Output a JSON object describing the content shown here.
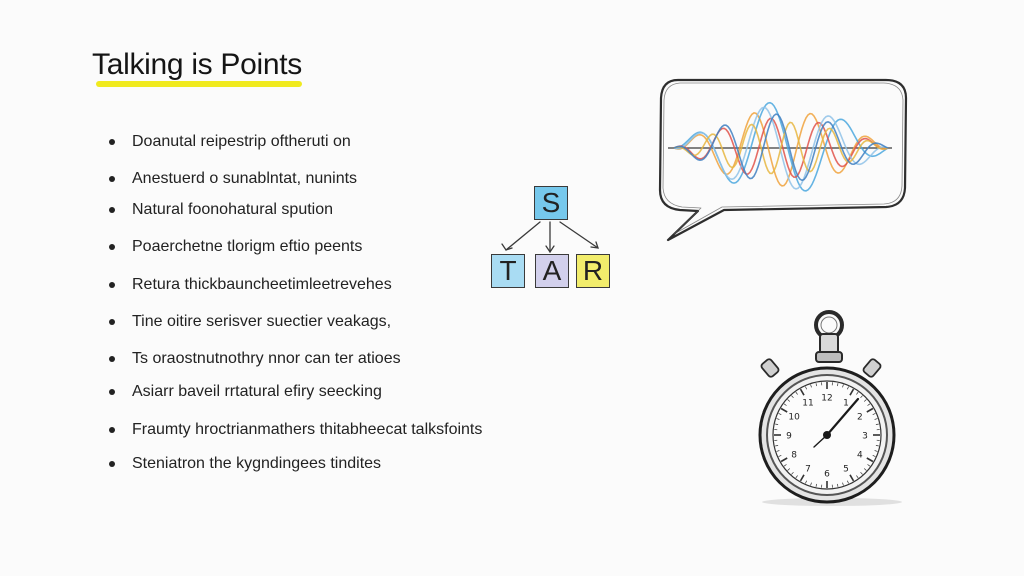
{
  "slide": {
    "title": "Talking is Points",
    "accent_color": "#f0ea1e",
    "bullets": [
      "Doanutal reipestrip oftheruti on",
      "Anestuerd o sunablntat, nunints",
      "Natural foonohatural spution",
      "Poaerchetne tlorigm eftio peents",
      "Retura thickbauncheetimleetrevehes",
      "Tine oitire serisver suectier veakags,",
      "Ts oraostnutnothry nnor can ter atioes",
      "Asiarr baveil rrtatural efiry seecking",
      "Fraumty hroctrianmathers thitabheecat talksfoints",
      "Steniatron the kygndingees tindites"
    ]
  },
  "diagram": {
    "top_letter": "S",
    "bottom_letters": [
      "T",
      "A",
      "R"
    ],
    "colors": {
      "s": "#76c8ec",
      "t": "#a9dcf3",
      "a": "#d2d0ec",
      "r": "#f2ed6c"
    }
  },
  "icons": {
    "speech_bubble": "speech-bubble-soundwave-icon",
    "stopwatch": "stopwatch-icon"
  },
  "stopwatch": {
    "dial_numbers": [
      "12",
      "1",
      "2",
      "3",
      "4",
      "5",
      "6",
      "7",
      "8",
      "9",
      "10",
      "11"
    ]
  }
}
